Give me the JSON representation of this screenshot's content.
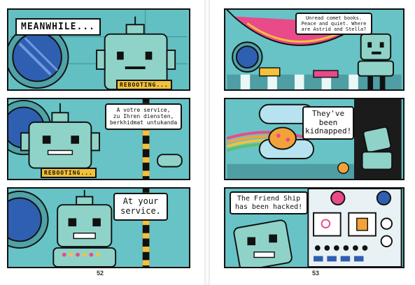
{
  "left_page": {
    "page_number": "52",
    "panel1": {
      "caption": "MEANWHILE...",
      "status": "REBOOTING..."
    },
    "panel2": {
      "speech_lines": [
        "A votre service,",
        "zu Ihren diensten,",
        "berkhidmat untukanda"
      ],
      "status": "REBOOTING..."
    },
    "panel3": {
      "speech_lines": [
        "At your",
        "service."
      ]
    }
  },
  "right_page": {
    "page_number": "53",
    "panel1": {
      "speech_lines": [
        "Unread comet books.",
        "Peace and quiet. Where",
        "are Astrid and Stella?"
      ]
    },
    "panel2": {
      "speech_lines": [
        "They've",
        "been",
        "kidnapped!"
      ]
    },
    "panel3": {
      "speech_lines": [
        "The Friend Ship",
        "has been hacked!"
      ]
    }
  },
  "colors": {
    "teal_wall": "#67c3c6",
    "robot_body": "#8fd3c8",
    "ink": "#111111",
    "yellow": "#f3c13a",
    "space_blue": "#2f5fb0",
    "hammock_pink": "#e94a8a"
  }
}
